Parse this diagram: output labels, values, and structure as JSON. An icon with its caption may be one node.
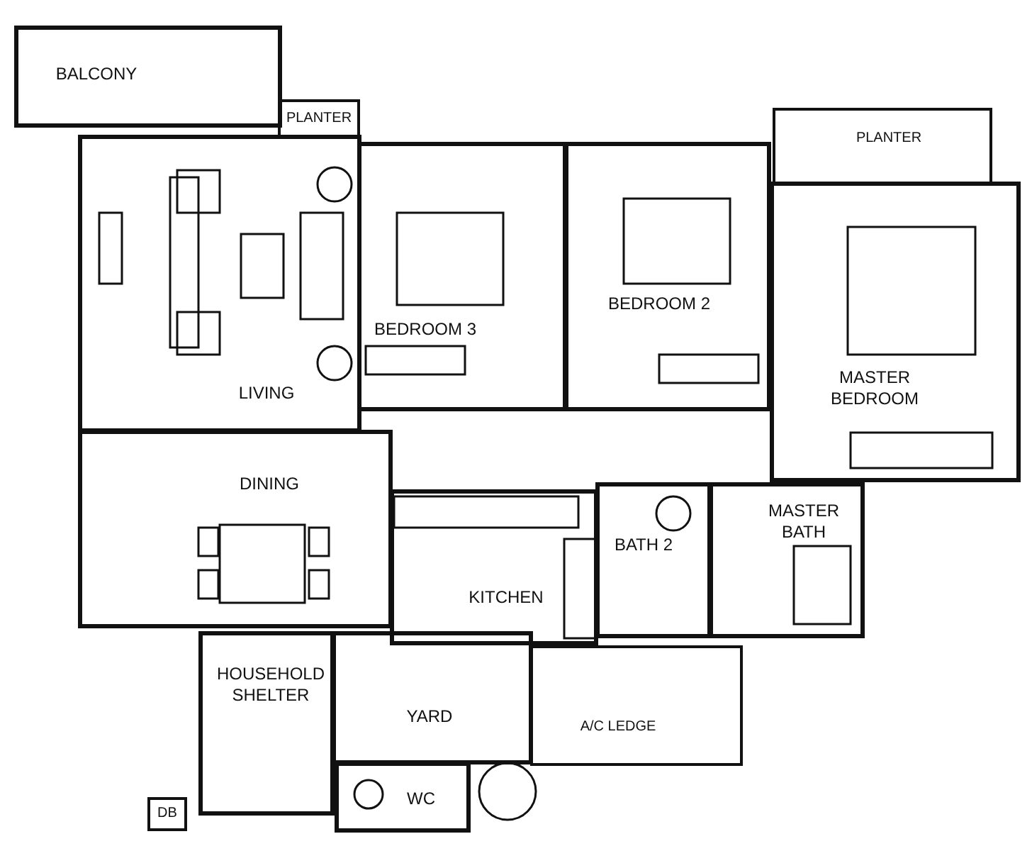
{
  "diagram": {
    "nodes": [
      {
        "text": [
          "BALCONY"
        ]
      },
      {
        "text": [
          "PLANTER"
        ]
      },
      {
        "text": [
          "PLANTER"
        ]
      },
      {
        "text": [
          "BEDROOM 3"
        ]
      },
      {
        "text": [
          "BEDROOM 2"
        ]
      },
      {
        "text": [
          "LIVING"
        ]
      },
      {
        "text": [
          "MASTER BEDROOM"
        ]
      },
      {
        "text": [
          "DINING"
        ]
      },
      {
        "text": [
          "BATH 2"
        ]
      },
      {
        "text": [
          "MASTER BATH"
        ]
      },
      {
        "text": [
          "KITCHEN"
        ]
      },
      {
        "text": [
          "HOUSEHOLD SHELTER"
        ]
      },
      {
        "text": [
          "YARD"
        ]
      },
      {
        "text": [
          "A/C LEDGE"
        ]
      },
      {
        "text": [
          "DB"
        ]
      },
      {
        "text": [
          "WC"
        ]
      }
    ]
  }
}
